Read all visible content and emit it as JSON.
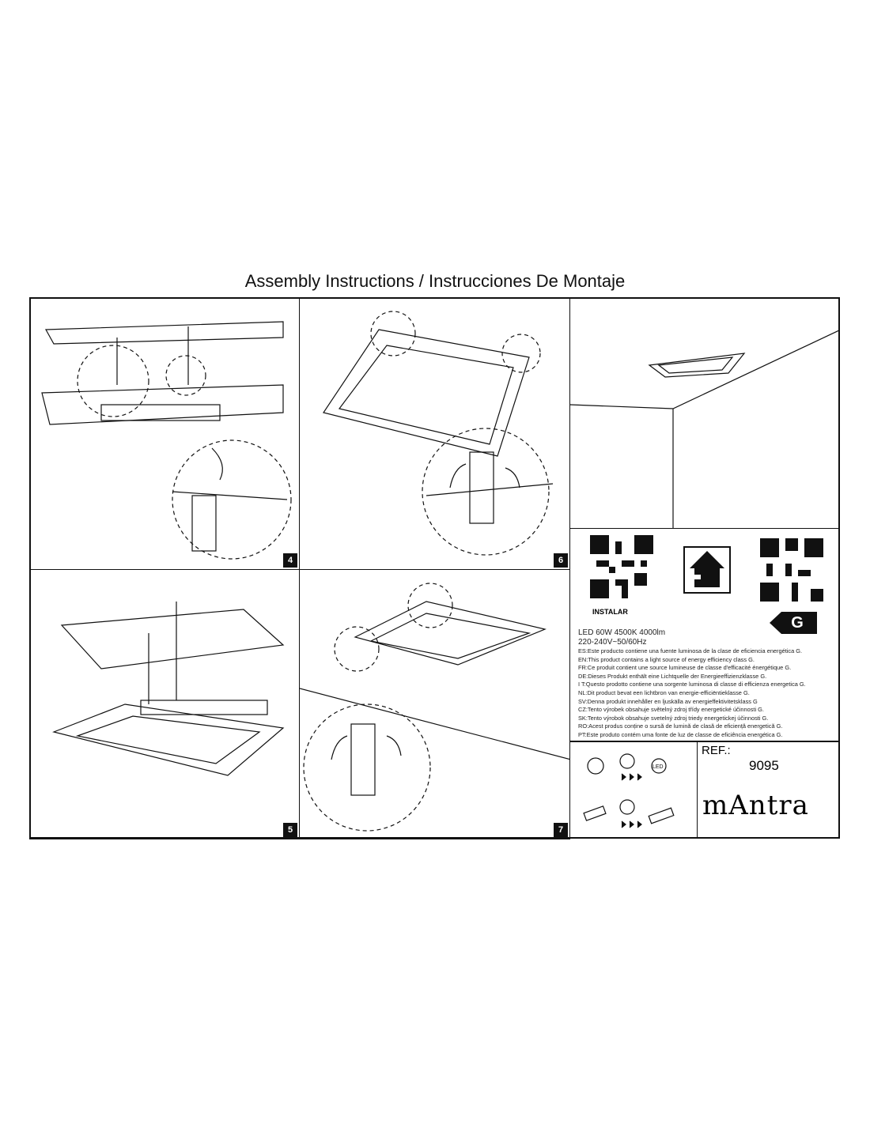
{
  "document": {
    "title": "Assembly Instructions / Instrucciones De Montaje"
  },
  "steps": [
    {
      "number": "4"
    },
    {
      "number": "6"
    },
    {
      "number": "5"
    },
    {
      "number": "7"
    }
  ],
  "info": {
    "qr_label": "INSTALAR",
    "energy_class": "G",
    "spec_line1": "LED 60W 4500K 4000lm",
    "spec_line2": "220-240V~50/60Hz",
    "lines": [
      "ES:Este producto contiene una fuente luminosa de la clase de eficiencia energética G.",
      "EN:This product contains a light source of energy efficiency class G.",
      "FR:Ce produit contient une source lumineuse de classe d'efficacité énergétique G.",
      "DE:Dieses Produkt enthält eine Lichtquelle der Energieeffizienzklasse G.",
      "I T:Questo prodotto contiene una sorgente luminosa di classe di efficienza energetica G.",
      "NL:Dit product bevat een lichtbron van energie-efficiëntieklasse G.",
      "SV:Denna produkt innehåller en ljuskälla av energieffektivitetsklass G",
      "CZ:Tento výrobek obsahuje světelný zdroj třídy energetické účinnosti G.",
      "SK:Tento výrobok obsahuje svetelný zdroj triedy energetickej účinnosti G.",
      "RO:Acest produs conține o sursă de lumină de clasă de eficiență energetică G.",
      "PT:Este produto contém uma fonte de luz de classe de eficiência energética G."
    ]
  },
  "ref": {
    "label": "REF.:",
    "value": "9095",
    "brand": "mAntra"
  }
}
